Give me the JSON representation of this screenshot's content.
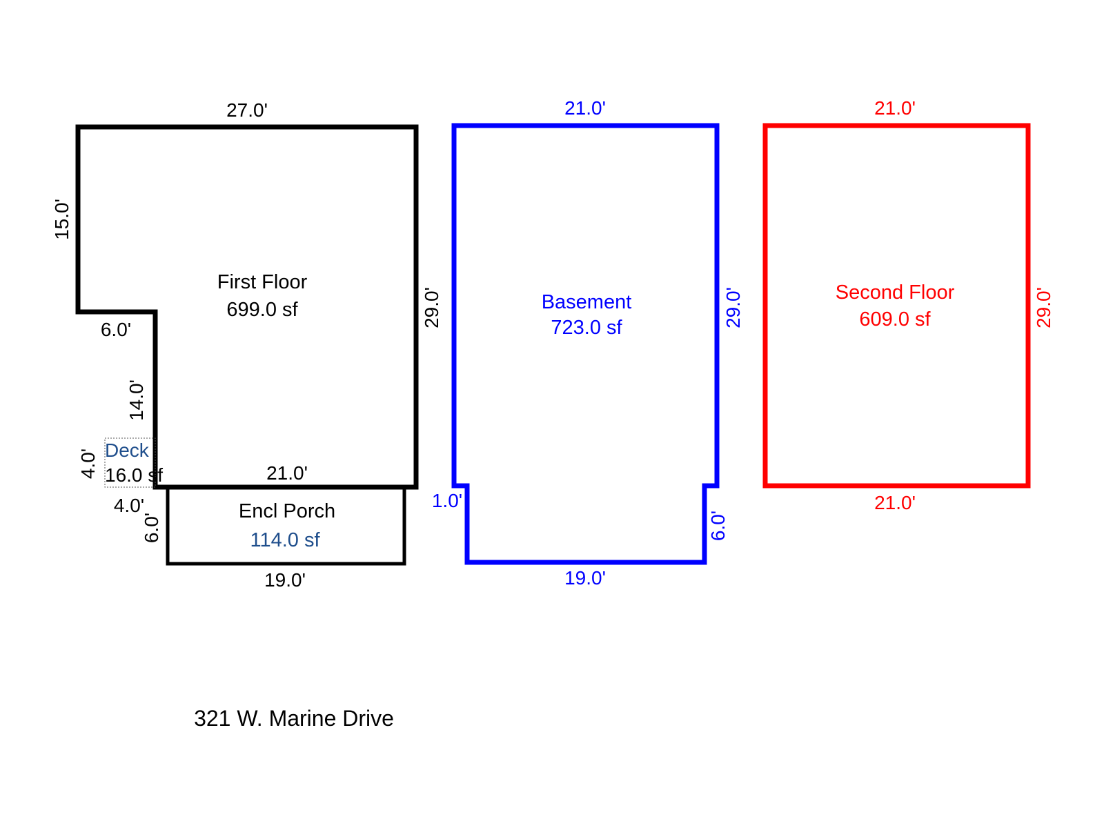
{
  "colors": {
    "first_floor": "#000000",
    "basement": "#0000ff",
    "second_floor": "#ff0000",
    "porch_area": "#1f4e8c",
    "deck": "#1f4e8c"
  },
  "first_floor": {
    "name": "First Floor",
    "area": "699.0 sf",
    "dims": {
      "top": "27.0'",
      "left_upper": "15.0'",
      "step_horizontal": "6.0'",
      "left_lower": "14.0'",
      "right": "29.0'",
      "bottom": "21.0'"
    }
  },
  "deck": {
    "name": "Deck",
    "area": "16.0 sf",
    "dims": {
      "height": "4.0'",
      "width": "4.0'"
    }
  },
  "porch": {
    "name": "Encl Porch",
    "area": "114.0 sf",
    "dims": {
      "left": "6.0'",
      "bottom": "19.0'"
    }
  },
  "basement": {
    "name": "Basement",
    "area": "723.0 sf",
    "dims": {
      "top": "21.0'",
      "right": "29.0'",
      "notch": "1.0'",
      "right_lower": "6.0'",
      "bottom": "19.0'"
    }
  },
  "second_floor": {
    "name": "Second Floor",
    "area": "609.0 sf",
    "dims": {
      "top": "21.0'",
      "right": "29.0'",
      "bottom": "21.0'"
    }
  },
  "address": "321 W. Marine Drive"
}
